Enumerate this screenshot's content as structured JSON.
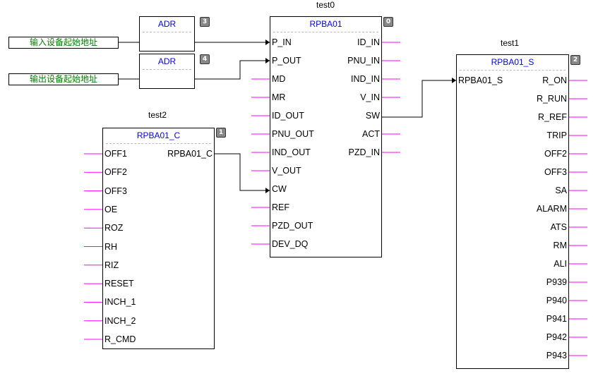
{
  "external_inputs": [
    "输入设备起始地址",
    "输出设备起始地址"
  ],
  "adr_blocks": [
    {
      "title": "ADR",
      "order": "3"
    },
    {
      "title": "ADR",
      "order": "4"
    }
  ],
  "test0": {
    "instance": "test0",
    "title": "RPBA01",
    "order": "0",
    "inputs": [
      "P_IN",
      "P_OUT",
      "MD",
      "MR",
      "ID_OUT",
      "PNU_OUT",
      "IND_OUT",
      "V_OUT",
      "CW",
      "REF",
      "PZD_OUT",
      "DEV_DQ"
    ],
    "outputs": [
      "ID_IN",
      "PNU_IN",
      "IND_IN",
      "V_IN",
      "SW",
      "ACT",
      "PZD_IN"
    ]
  },
  "test1": {
    "instance": "test1",
    "title": "RPBA01_S",
    "order": "2",
    "inputs": [
      "RPBA01_S"
    ],
    "outputs": [
      "R_ON",
      "R_RUN",
      "R_REF",
      "TRIP",
      "OFF2",
      "OFF3",
      "SA",
      "ALARM",
      "ATS",
      "RM",
      "ALI",
      "P939",
      "P940",
      "P941",
      "P942",
      "P943"
    ]
  },
  "test2": {
    "instance": "test2",
    "title": "RPBA01_C",
    "order": "1",
    "inputs": [
      "OFF1",
      "OFF2",
      "OFF3",
      "OE",
      "ROZ",
      "RH",
      "RIZ",
      "RESET",
      "INCH_1",
      "INCH_2",
      "R_CMD"
    ],
    "outputs": [
      "RPBA01_C"
    ]
  },
  "colors": {
    "title": "#0000ff",
    "pin_stub": "#ff00ff",
    "external_text": "#008000",
    "wire": "#000000"
  }
}
